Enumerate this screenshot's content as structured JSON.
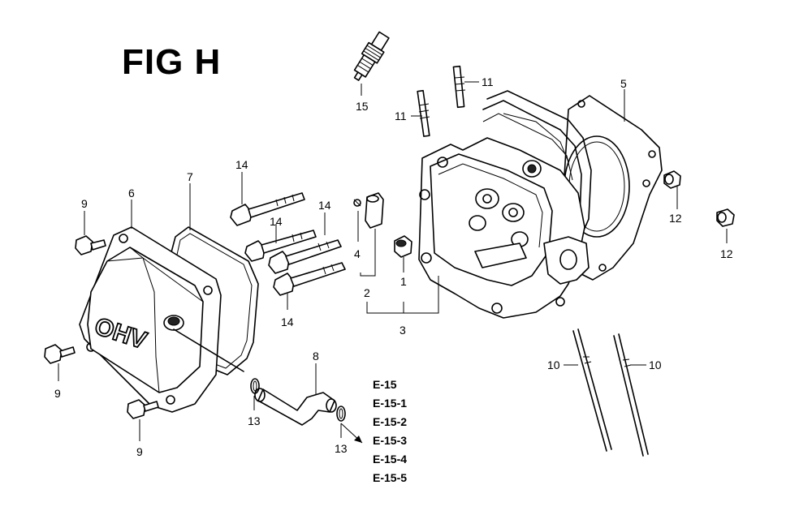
{
  "title": "FIG H",
  "callouts": {
    "c1": "1",
    "c2": "2",
    "c3": "3",
    "c4": "4",
    "c5": "5",
    "c6": "6",
    "c7": "7",
    "c8": "8",
    "c9a": "9",
    "c9b": "9",
    "c9c": "9",
    "c10a": "10",
    "c10b": "10",
    "c11a": "11",
    "c11b": "11",
    "c12a": "12",
    "c12b": "12",
    "c13a": "13",
    "c13b": "13",
    "c14a": "14",
    "c14b": "14",
    "c14c": "14",
    "c14d": "14",
    "c15": "15"
  },
  "references": [
    "E-15",
    "E-15-1",
    "E-15-2",
    "E-15-3",
    "E-15-4",
    "E-15-5"
  ],
  "cover_lettering": "OHV"
}
